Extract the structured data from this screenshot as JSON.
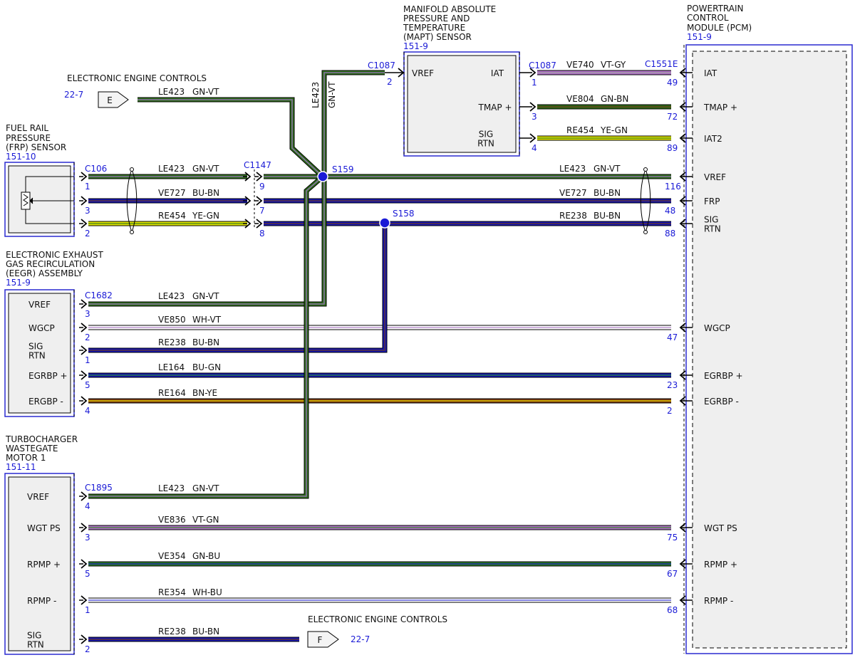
{
  "colors": {
    "GN-VT": [
      "#2f6e1c",
      "#9a6fc0"
    ],
    "BU-BN": [
      "#1414b4",
      "#6b3a1a"
    ],
    "YE-GN": [
      "#e6e600",
      "#3a7a1a"
    ],
    "VT-GY": [
      "#b070c8",
      "#a0a0a0"
    ],
    "GN-BN": [
      "#2e6a18",
      "#6b3a1a"
    ],
    "WH-VT": [
      "#ffffff",
      "#b080c8"
    ],
    "BU-GN": [
      "#1414b4",
      "#2a8a2a"
    ],
    "BN-YE": [
      "#7a3a10",
      "#f0e000"
    ],
    "VT-GN": [
      "#b070c8",
      "#3a8a2a"
    ],
    "GN-BU": [
      "#2a7a2a",
      "#1a1ab4"
    ],
    "WH-BU": [
      "#ffffff",
      "#3a3ad0"
    ],
    "connector_blue": "#1a1ad6",
    "splice": "#1a1ad6"
  },
  "components": {
    "frp": {
      "name": [
        "FUEL RAIL",
        "PRESSURE",
        "(FRP) SENSOR"
      ],
      "ref": "151-10"
    },
    "eegr": {
      "name": [
        "ELECTRONIC EXHAUST",
        "GAS RECIRCULATION",
        "(EEGR) ASSEMBLY"
      ],
      "ref": "151-9",
      "pins": [
        "VREF",
        "WGCP",
        "SIG\nRTN",
        "EGRBP +",
        "ERGBP -"
      ]
    },
    "turbo": {
      "name": [
        "TURBOCHARGER",
        "WASTEGATE",
        "MOTOR 1"
      ],
      "ref": "151-11",
      "pins": [
        "VREF",
        "WGT PS",
        "RPMP +",
        "RPMP -",
        "SIG\nRTN"
      ]
    },
    "mapt": {
      "name": [
        "MANIFOLD ABSOLUTE",
        "PRESSURE AND",
        "TEMPERATURE",
        "(MAPT) SENSOR"
      ],
      "ref": "151-9",
      "pins": [
        "VREF",
        "IAT",
        "TMAP +",
        "SIG\nRTN"
      ]
    },
    "pcm": {
      "name": [
        "POWERTRAIN",
        "CONTROL",
        "MODULE (PCM)"
      ],
      "ref": "151-9",
      "pins": [
        "IAT",
        "TMAP +",
        "IAT2",
        "VREF",
        "FRP",
        "SIG\nRTN",
        "WGCP",
        "EGRBP +",
        "EGRBP -",
        "WGT PS",
        "RPMP +",
        "RPMP -"
      ]
    }
  },
  "offpage": {
    "e": {
      "title": "ELECTRONIC ENGINE CONTROLS",
      "ref": "22-7",
      "letter": "E"
    },
    "f": {
      "title": "ELECTRONIC ENGINE CONTROLS",
      "ref": "22-7",
      "letter": "F"
    }
  },
  "connectors": {
    "c106": "C106",
    "c1147": "C1147",
    "c1682": "C1682",
    "c1895": "C1895",
    "c1087a": "C1087",
    "c1087b": "C1087",
    "c1551e": "C1551E"
  },
  "splices": {
    "s159": "S159",
    "s158": "S158"
  },
  "wires": [
    {
      "id": "e-le423",
      "circuit": "LE423",
      "color": "GN-VT"
    },
    {
      "id": "mapt-vref",
      "circuit": "LE423",
      "color": "GN-VT"
    },
    {
      "id": "iat",
      "circuit": "VE740",
      "color": "VT-GY",
      "from_pin": "1",
      "to_pin": "49"
    },
    {
      "id": "tmap",
      "circuit": "VE804",
      "color": "GN-BN",
      "from_pin": "3",
      "to_pin": "72"
    },
    {
      "id": "iat2",
      "circuit": "RE454",
      "color": "YE-GN",
      "from_pin": "4",
      "to_pin": "89"
    },
    {
      "id": "frp-vref-l",
      "circuit": "LE423",
      "color": "GN-VT",
      "from_pin": "1",
      "to_pin": "9"
    },
    {
      "id": "frp-vref-r",
      "circuit": "LE423",
      "color": "GN-VT",
      "to_pin": "116"
    },
    {
      "id": "frp-sig-l",
      "circuit": "VE727",
      "color": "BU-BN",
      "from_pin": "3",
      "to_pin": "7"
    },
    {
      "id": "frp-sig-r",
      "circuit": "VE727",
      "color": "BU-BN",
      "to_pin": "48"
    },
    {
      "id": "frp-rtn-l",
      "circuit": "RE454",
      "color": "YE-GN",
      "from_pin": "2",
      "to_pin": "8"
    },
    {
      "id": "frp-rtn-r",
      "circuit": "RE238",
      "color": "BU-BN",
      "to_pin": "88"
    },
    {
      "id": "eegr-vref",
      "circuit": "LE423",
      "color": "GN-VT",
      "from_pin": "3"
    },
    {
      "id": "eegr-wgcp",
      "circuit": "VE850",
      "color": "WH-VT",
      "from_pin": "2",
      "to_pin": "47"
    },
    {
      "id": "eegr-rtn",
      "circuit": "RE238",
      "color": "BU-BN",
      "from_pin": "1"
    },
    {
      "id": "eegr-bpp",
      "circuit": "LE164",
      "color": "BU-GN",
      "from_pin": "5",
      "to_pin": "23"
    },
    {
      "id": "eegr-bpm",
      "circuit": "RE164",
      "color": "BN-YE",
      "from_pin": "4",
      "to_pin": "2"
    },
    {
      "id": "t-vref",
      "circuit": "LE423",
      "color": "GN-VT",
      "from_pin": "4"
    },
    {
      "id": "t-wgtps",
      "circuit": "VE836",
      "color": "VT-GN",
      "from_pin": "3",
      "to_pin": "75"
    },
    {
      "id": "t-rpmpp",
      "circuit": "VE354",
      "color": "GN-BU",
      "from_pin": "5",
      "to_pin": "67"
    },
    {
      "id": "t-rpmpm",
      "circuit": "RE354",
      "color": "WH-BU",
      "from_pin": "1",
      "to_pin": "68"
    },
    {
      "id": "t-rtn",
      "circuit": "RE238",
      "color": "BU-BN",
      "from_pin": "2"
    }
  ],
  "mapt_vref_pin": "2"
}
